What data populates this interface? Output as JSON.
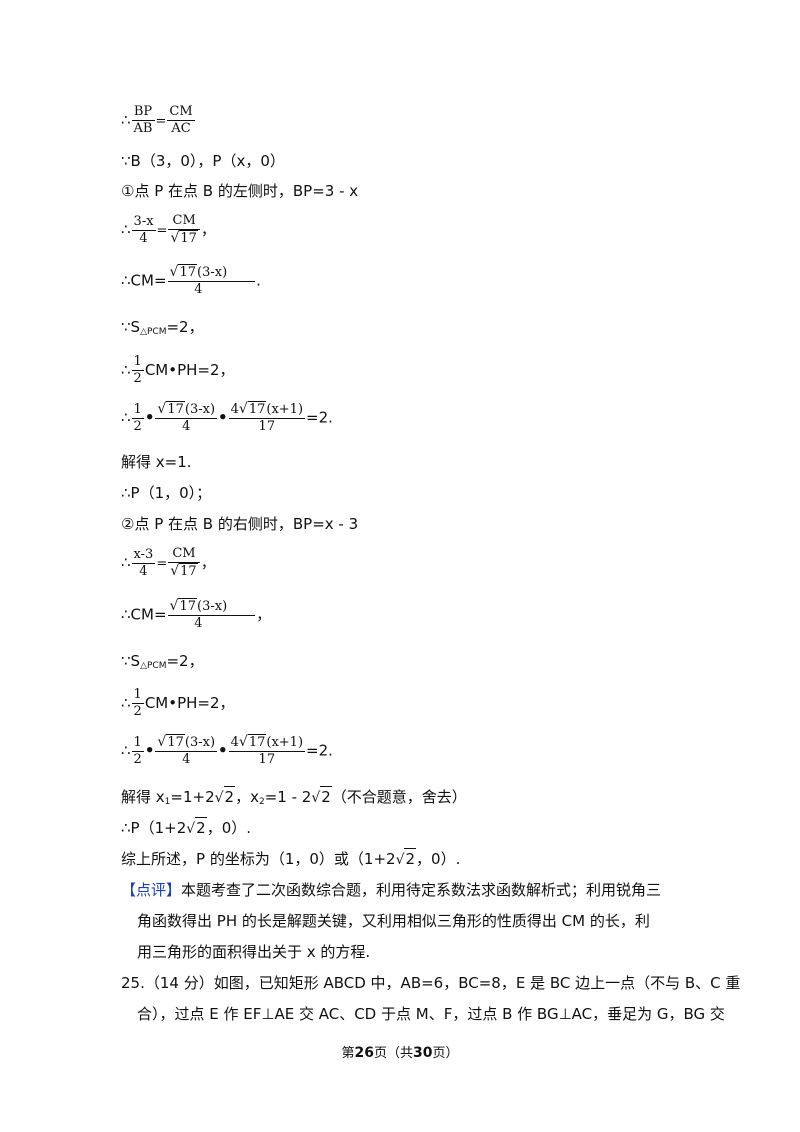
{
  "lines": {
    "l1_pre": "∴",
    "l1_num1": "BP",
    "l1_den1": "AB",
    "l1_eq": "=",
    "l1_num2": "CM",
    "l1_den2": "AC",
    "l2": "∵B（3，0），P（x，0）",
    "l3": "①点 P 在点 B 的左侧时，BP=3 - x",
    "l4_pre": "∴",
    "l4_num1": "3-x",
    "l4_den1": "4",
    "l4_eq": "=",
    "l4_num2": "CM",
    "l4_den2_rad": "17",
    "l4_end": "，",
    "l5_pre": "∴CM=",
    "l5_rad": "17",
    "l5_num_rest": "(3-x)",
    "l5_den": "4",
    "l5_end": ".",
    "l6_pre": "∵S",
    "l6_sub": "△PCM",
    "l6_rest": "=2，",
    "l7_pre": "∴",
    "l7_num": "1",
    "l7_den": "2",
    "l7_rest": "CM•PH=2，",
    "l8_pre": "∴",
    "l8_n1": "1",
    "l8_d1": "2",
    "l8_dot1": "•",
    "l8_rad2": "17",
    "l8_n2rest": "(3-x)",
    "l8_d2": "4",
    "l8_dot2": "•",
    "l8_n3pre": "4",
    "l8_rad3": "17",
    "l8_n3rest": "(x+1)",
    "l8_d3": "17",
    "l8_end": "=2.",
    "l9": "解得 x=1.",
    "l10": "∴P（1，0）；",
    "l11": "②点 P 在点 B 的右侧时，BP=x - 3",
    "l12_pre": "∴",
    "l12_num1": "x-3",
    "l12_den1": "4",
    "l12_eq": "=",
    "l12_num2": "CM",
    "l12_den2_rad": "17",
    "l12_end": "，",
    "l13_pre": "∴CM=",
    "l13_rad": "17",
    "l13_num_rest": "(3-x)",
    "l13_den": "4",
    "l13_end": "，",
    "l14_pre": "∵S",
    "l14_sub": "△PCM",
    "l14_rest": "=2，",
    "l15_pre": "∴",
    "l15_num": "1",
    "l15_den": "2",
    "l15_rest": "CM•PH=2，",
    "l16_pre": "∴",
    "l16_n1": "1",
    "l16_d1": "2",
    "l16_dot1": "•",
    "l16_rad2": "17",
    "l16_n2rest": "(3-x)",
    "l16_d2": "4",
    "l16_dot2": "•",
    "l16_n3pre": "4",
    "l16_rad3": "17",
    "l16_n3rest": "(x+1)",
    "l16_d3": "17",
    "l16_end": "=2.",
    "l17_a": "解得 x",
    "l17_s1": "1",
    "l17_b": "=1+2",
    "l17_rad1": "2",
    "l17_c": "，x",
    "l17_s2": "2",
    "l17_d": "=1 - 2",
    "l17_rad2": "2",
    "l17_e": "（不合题意，舍去）",
    "l18_a": "∴P（1+2",
    "l18_rad": "2",
    "l18_b": "，0）.",
    "l19_a": "综上所述，P 的坐标为（1，0）或（1+2",
    "l19_rad": "2",
    "l19_b": "，0）.",
    "l20_tag": "【点评】",
    "l20_text": "本题考查了二次函数综合题，利用待定系数法求函数解析式；利用锐角三",
    "l21": "角函数得出 PH 的长是解题关键，又利用相似三角形的性质得出 CM 的长，利",
    "l22": "用三角形的面积得出关于 x 的方程.",
    "l23": "25.（14 分）如图，已知矩形 ABCD 中，AB=6，BC=8，E 是 BC 边上一点（不与 B、C 重",
    "l24": "合），过点 E 作 EF⊥AE 交 AC、CD 于点 M、F，过点 B 作 BG⊥AC，垂足为 G，BG 交"
  },
  "footer": {
    "a": "第",
    "page": "26",
    "b": "页（共",
    "total": "30",
    "c": "页）"
  },
  "colors": {
    "comment_tag": "#1a3fb8"
  }
}
